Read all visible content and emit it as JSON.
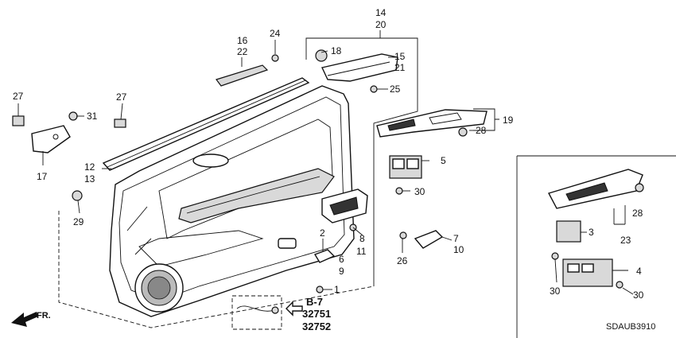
{
  "callouts": {
    "c1": "1",
    "c2": "2",
    "c3": "3",
    "c4": "4",
    "c5": "5",
    "c6": "6",
    "c7": "7",
    "c8": "8",
    "c9": "9",
    "c10": "10",
    "c11": "11",
    "c12": "12",
    "c13": "13",
    "c14": "14",
    "c15": "15",
    "c16": "16",
    "c17": "17",
    "c18": "18",
    "c19": "19",
    "c20": "20",
    "c21": "21",
    "c22": "22",
    "c23": "23",
    "c24": "24",
    "c25": "25",
    "c26": "26",
    "c27a": "27",
    "c27b": "27",
    "c28a": "28",
    "c28b": "28",
    "c29": "29",
    "c30a": "30",
    "c30b": "30",
    "c30c": "30",
    "c31": "31"
  },
  "references": {
    "section": "B-7",
    "part_a": "32751",
    "part_b": "32752"
  },
  "front_label": "FR.",
  "diagram_code": "SDAUB3910"
}
